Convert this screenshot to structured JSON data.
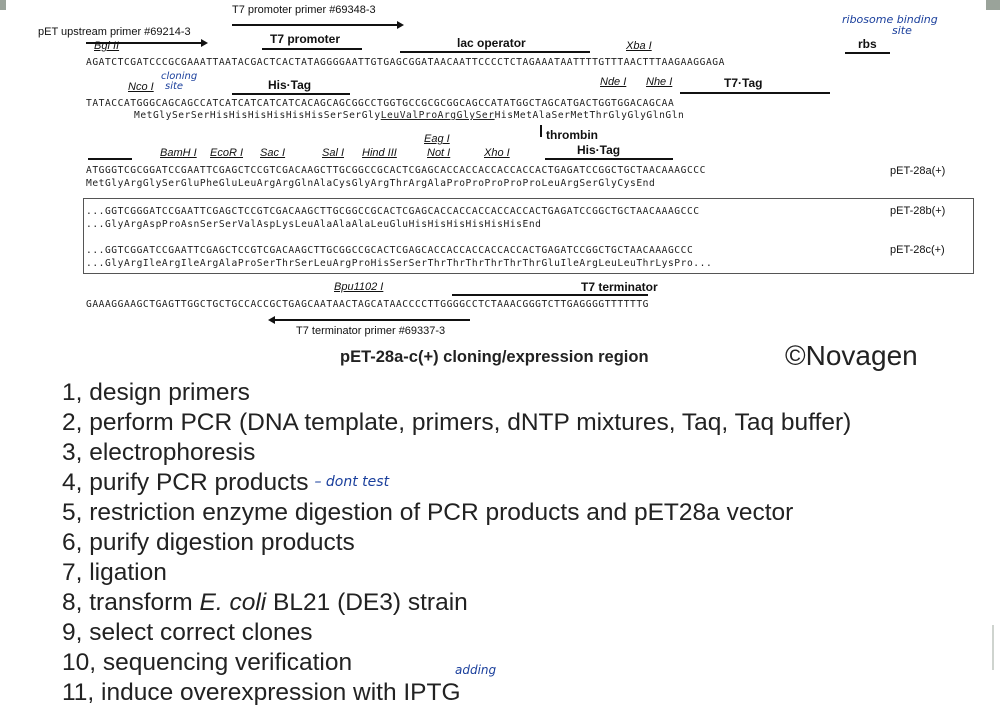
{
  "figure": {
    "row1": {
      "t7_promoter_primer": "T7 promoter primer #69348-3",
      "pet_upstream_primer": "pET upstream primer #69214-3",
      "bgl2": "Bgl II",
      "t7_promoter": "T7 promoter",
      "lac_operator": "lac operator",
      "xba1": "Xba I",
      "rbs": "rbs",
      "dna": "AGATCTCGATCCCGCGAAATTAATACGACTCACTATAGGGGAATTGTGAGCGGATAACAATTCCCCTCTAGAAATAATTTTGTTTAACTTTAAGAAGGAGA"
    },
    "row2": {
      "nco1": "Nco I",
      "his_tag": "His·Tag",
      "nde1": "Nde I",
      "nhe1": "Nhe I",
      "t7_tag": "T7·Tag",
      "dna": "TATACCATGGGCAGCAGCCATCATCATCATCATCACAGCAGCGGCCTGGTGCCGCGCGGCAGCCATATGGCTAGCATGACTGGTGGACAGCAA",
      "protein_a": "MetGlySerSerHisHisHisHisHisHisSerSerGly",
      "protein_b": "LeuValProArgGlySer",
      "protein_c": "HisMetAlaSerMetThrGlyGlyGlnGln"
    },
    "row3": {
      "thrombin": "thrombin",
      "his_tag": "His·Tag",
      "bamh1": "BamH I",
      "ecor1": "EcoR I",
      "sac1": "Sac I",
      "sal1": "Sal I",
      "hind3": "Hind III",
      "eag1": "Eag I",
      "not1": "Not I",
      "xho1": "Xho I",
      "dna": "ATGGGTCGCGGATCCGAATTCGAGCTCCGTCGACAAGCTTGCGGCCGCACTCGAGCACCACCACCACCACCACTGAGATCCGGCTGCTAACAAAGCCC",
      "protein": "MetGlyArgGlySerGluPheGluLeuArgArgGlnAlaCysGlyArgThrArgAlaProProProProProLeuArgSerGlyCysEnd",
      "label": "pET-28a(+)"
    },
    "row4": {
      "dna_b": "...GGTCGGGATCCGAATTCGAGCTCCGTCGACAAGCTTGCGGCCGCACTCGAGCACCACCACCACCACCACTGAGATCCGGCTGCTAACAAAGCCC",
      "protein_b": "...GlyArgAspProAsnSerSerValAspLysLeuAlaAlaAlaLeuGluHisHisHisHisHisHisEnd",
      "label_b": "pET-28b(+)",
      "dna_c": "...GGTCGGATCCGAATTCGAGCTCCGTCGACAAGCTTGCGGCCGCACTCGAGCACCACCACCACCACCACTGAGATCCGGCTGCTAACAAAGCCC",
      "protein_c": "...GlyArgIleArgIleArgAlaProSerThrSerLeuArgProHisSerSerThrThrThrThrThrThrGluIleArgLeuLeuThrLysPro...",
      "label_c": "pET-28c(+)"
    },
    "row5": {
      "bpu1102": "Bpu1102 I",
      "t7_terminator": "T7 terminator",
      "dna": "GAAAGGAAGCTGAGTTGGCTGCTGCCACCGCTGAGCAATAACTAGCATAACCCCTTGGGGCCTCTAAACGGGTCTTGAGGGGTTTTTTG",
      "terminator_primer": "T7 terminator primer #69337-3"
    },
    "caption": "pET-28a-c(+) cloning/expression region",
    "copyright": "©Novagen"
  },
  "handwritten": {
    "rbs_note_1": "ribosome binding",
    "rbs_note_2": "site",
    "cloning_note_1": "cloning",
    "cloning_note_2": "site",
    "pcr_note": "– dont test",
    "iptg_note": "adding"
  },
  "steps": [
    "1, design primers",
    "2, perform PCR (DNA template, primers, dNTP mixtures, Taq, Taq buffer)",
    "3, electrophoresis",
    "4, purify PCR products",
    "5, restriction enzyme digestion of PCR products and pET28a vector",
    "6, purify digestion products",
    "7, ligation"
  ],
  "step8": {
    "prefix": "8, transform ",
    "italic": "E. coli",
    "suffix": " BL21 (DE3) strain"
  },
  "steps_tail": [
    "9, select correct clones",
    "10, sequencing verification",
    "11, induce overexpression with IPTG"
  ],
  "colors": {
    "ink": "#222222",
    "handwriting": "#1a3f9c",
    "corner": "#9aa39a"
  }
}
